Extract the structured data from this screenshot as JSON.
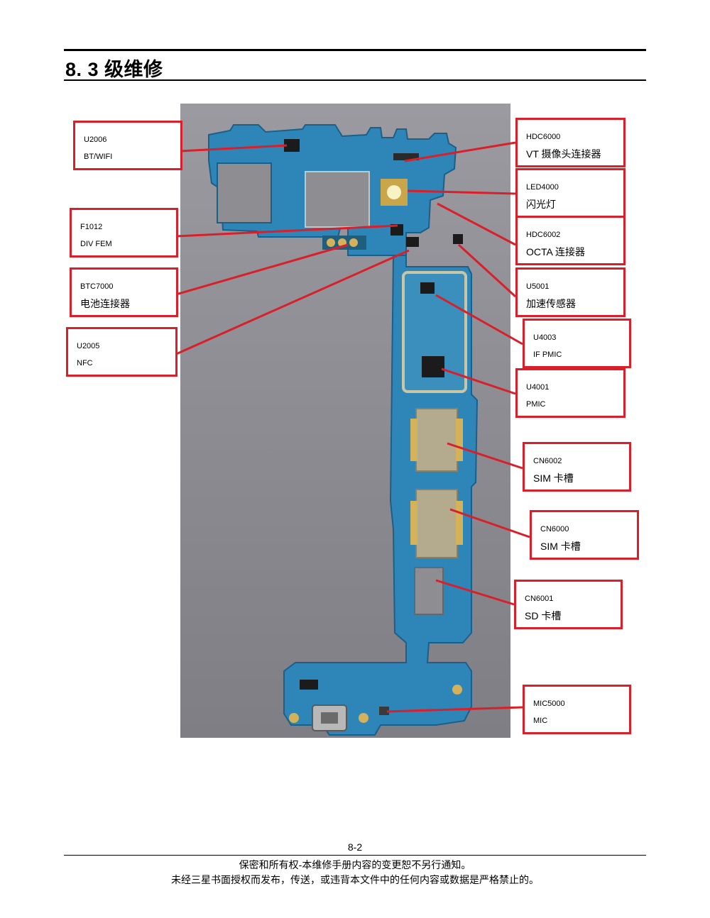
{
  "section_title": "8. 3 级维修",
  "labels": [
    {
      "code": "U2006",
      "desc": "BT/WIFI"
    },
    {
      "code": "F1012",
      "desc": "DIV FEM"
    },
    {
      "code": "BTC7000",
      "desc": "电池连接器"
    },
    {
      "code": "U2005",
      "desc": "NFC"
    },
    {
      "code": "HDC6000",
      "desc": "VT 摄像头连接器"
    },
    {
      "code": "LED4000",
      "desc": "闪光灯"
    },
    {
      "code": "HDC6002",
      "desc": "OCTA 连接器"
    },
    {
      "code": "U5001",
      "desc": "加速传感器"
    },
    {
      "code": "U4003",
      "desc": "IF PMIC"
    },
    {
      "code": "U4001",
      "desc": "PMIC"
    },
    {
      "code": "CN6002",
      "desc": "SIM 卡槽"
    },
    {
      "code": "CN6000",
      "desc": "SIM 卡槽"
    },
    {
      "code": "CN6001",
      "desc": "SD 卡槽"
    },
    {
      "code": "MIC5000",
      "desc": "MIC"
    }
  ],
  "footer": {
    "page_number": "8-2",
    "line1": "保密和所有权-本维修手册内容的变更恕不另行通知。",
    "line2": "未经三星书面授权而发布，传送，或违背本文件中的任何内容或数据是严格禁止的。"
  },
  "colors": {
    "callout": "#d9202a",
    "board": "#2e86b8",
    "background": "#8f8f94"
  }
}
